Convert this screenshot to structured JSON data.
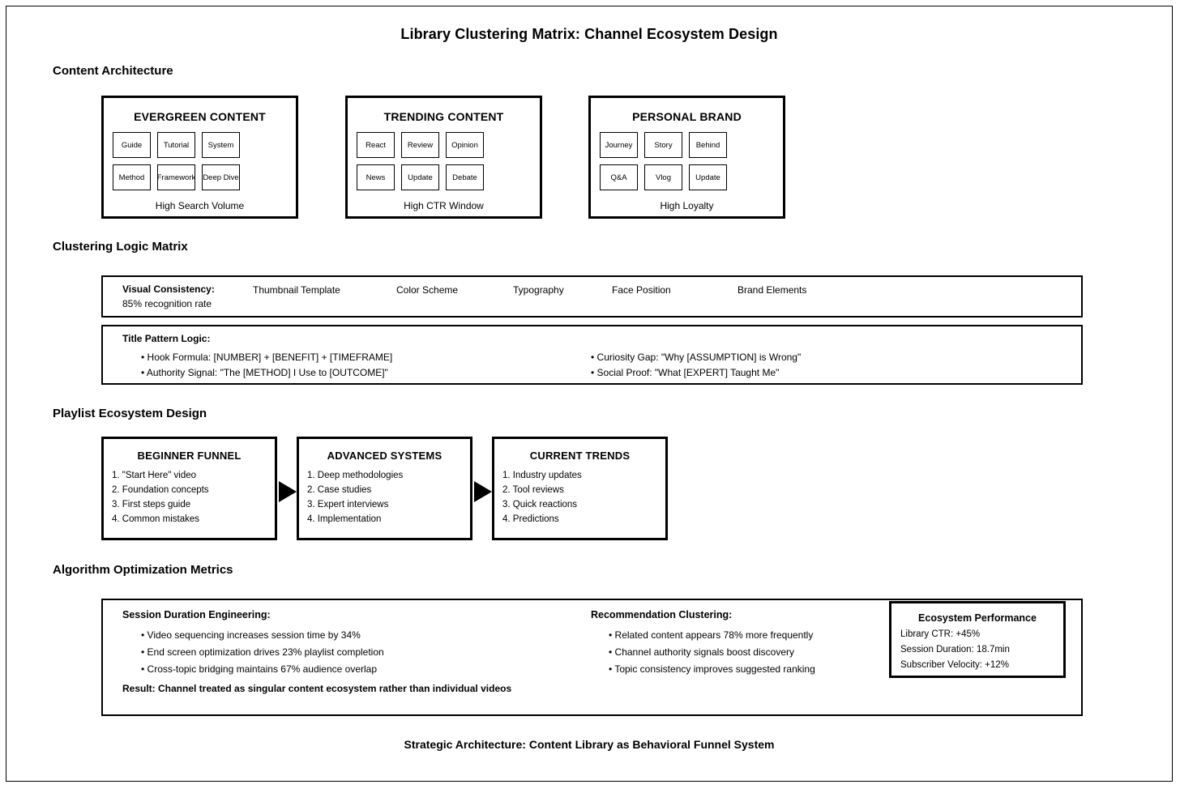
{
  "document": {
    "title": "Library Clustering Matrix: Channel Ecosystem Design",
    "footer": "Strategic Architecture: Content Library as Behavioral Funnel System"
  },
  "sections": {
    "content_architecture": {
      "heading": "Content Architecture",
      "clusters": [
        {
          "title": "EVERGREEN CONTENT",
          "tags": [
            "Guide",
            "Tutorial",
            "System",
            "Method",
            "Framework",
            "Deep Dive"
          ],
          "footnote": "High Search Volume"
        },
        {
          "title": "TRENDING CONTENT",
          "tags": [
            "React",
            "Review",
            "Opinion",
            "News",
            "Update",
            "Debate"
          ],
          "footnote": "High CTR Window"
        },
        {
          "title": "PERSONAL BRAND",
          "tags": [
            "Journey",
            "Story",
            "Behind",
            "Q&A",
            "Vlog",
            "Update"
          ],
          "footnote": "High Loyalty"
        }
      ]
    },
    "clustering_logic": {
      "heading": "Clustering Logic Matrix",
      "visual_consistency": {
        "label": "Visual Consistency:",
        "subtext": "85% recognition rate",
        "columns": [
          "Thumbnail Template",
          "Color Scheme",
          "Typography",
          "Face Position",
          "Brand Elements"
        ]
      },
      "title_pattern": {
        "label": "Title Pattern Logic:",
        "left_items": [
          "• Hook Formula: [NUMBER] + [BENEFIT] + [TIMEFRAME]",
          "• Authority Signal: \"The [METHOD] I Use to [OUTCOME]\""
        ],
        "right_items": [
          "• Curiosity Gap: \"Why [ASSUMPTION] is Wrong\"",
          "• Social Proof: \"What [EXPERT] Taught Me\""
        ]
      }
    },
    "playlist_ecosystem": {
      "heading": "Playlist Ecosystem Design",
      "stages": [
        {
          "title": "BEGINNER FUNNEL",
          "items": [
            "1. \"Start Here\" video",
            "2. Foundation concepts",
            "3. First steps guide",
            "4. Common mistakes"
          ]
        },
        {
          "title": "ADVANCED SYSTEMS",
          "items": [
            "1. Deep methodologies",
            "2. Case studies",
            "3. Expert interviews",
            "4. Implementation"
          ]
        },
        {
          "title": "CURRENT TRENDS",
          "items": [
            "1. Industry updates",
            "2. Tool reviews",
            "3. Quick reactions",
            "4. Predictions"
          ]
        }
      ]
    },
    "algorithm_metrics": {
      "heading": "Algorithm Optimization Metrics",
      "session_duration": {
        "label": "Session Duration Engineering:",
        "items": [
          "• Video sequencing increases session time by 34%",
          "• End screen optimization drives 23% playlist completion",
          "• Cross-topic bridging maintains 67% audience overlap"
        ]
      },
      "recommendation_clustering": {
        "label": "Recommendation Clustering:",
        "items": [
          "• Related content appears 78% more frequently",
          "• Channel authority signals boost discovery",
          "• Topic consistency improves suggested ranking"
        ]
      },
      "result": "Result: Channel treated as singular content ecosystem rather than individual videos",
      "ecosystem_performance": {
        "title": "Ecosystem Performance",
        "stats": [
          "Library CTR: +45%",
          "Session Duration: 18.7min",
          "Subscriber Velocity: +12%"
        ]
      }
    }
  },
  "colors": {
    "background": "#ffffff",
    "ink": "#000000"
  }
}
